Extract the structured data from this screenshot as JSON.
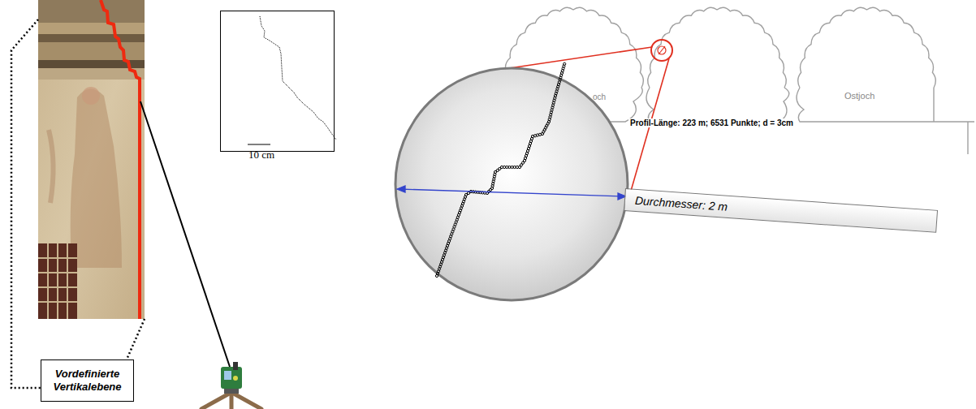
{
  "diagram": {
    "nodes": [
      {
        "text": [
          "10 cm"
        ]
      },
      {
        "text": [
          "Vordefinierte Vertikalebene"
        ]
      },
      {
        "text": [
          "Durchmesser: 2 m"
        ]
      }
    ],
    "labels": [
      "och",
      "Ostjoch",
      "Profil-Länge: 223 m; 6531 Punkte; d = 3cm"
    ]
  }
}
